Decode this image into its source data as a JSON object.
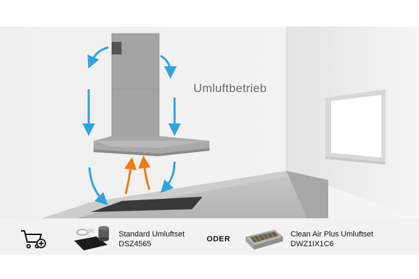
{
  "caption": "Umluftbetrieb",
  "products": [
    {
      "name": "Standard Umluftset",
      "code": "DSZ4565",
      "icon": "standard-filter-set-image"
    },
    {
      "name": "Clean Air Plus Umluftset",
      "code": "DWZ1IX1C6",
      "icon": "clean-air-plus-filter-image"
    }
  ],
  "separator": "ODER",
  "cart_icon": "cart-plus-icon",
  "colors": {
    "air_blue": "#2fa3df",
    "air_orange": "#ef7b14",
    "wall": "#f0f0f0",
    "counter": "#b9b9b9",
    "hood": "#9c9c9c"
  }
}
